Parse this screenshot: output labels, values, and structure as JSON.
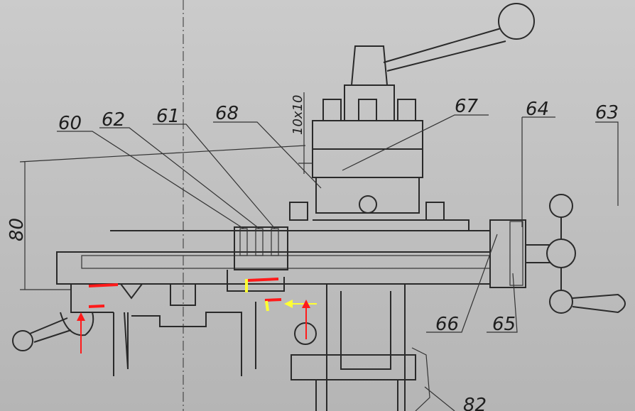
{
  "labels": {
    "l60": "60",
    "l62": "62",
    "l61": "61",
    "l68": "68",
    "l67": "67",
    "l64": "64",
    "l63": "63",
    "l66": "66",
    "l65": "65",
    "l82": "82",
    "dim80": "80",
    "dim10x10": "10x10"
  },
  "colors": {
    "background": "#bdbdbd",
    "highlight_red": "#ff1a1a",
    "highlight_yellow": "#ffff33"
  }
}
